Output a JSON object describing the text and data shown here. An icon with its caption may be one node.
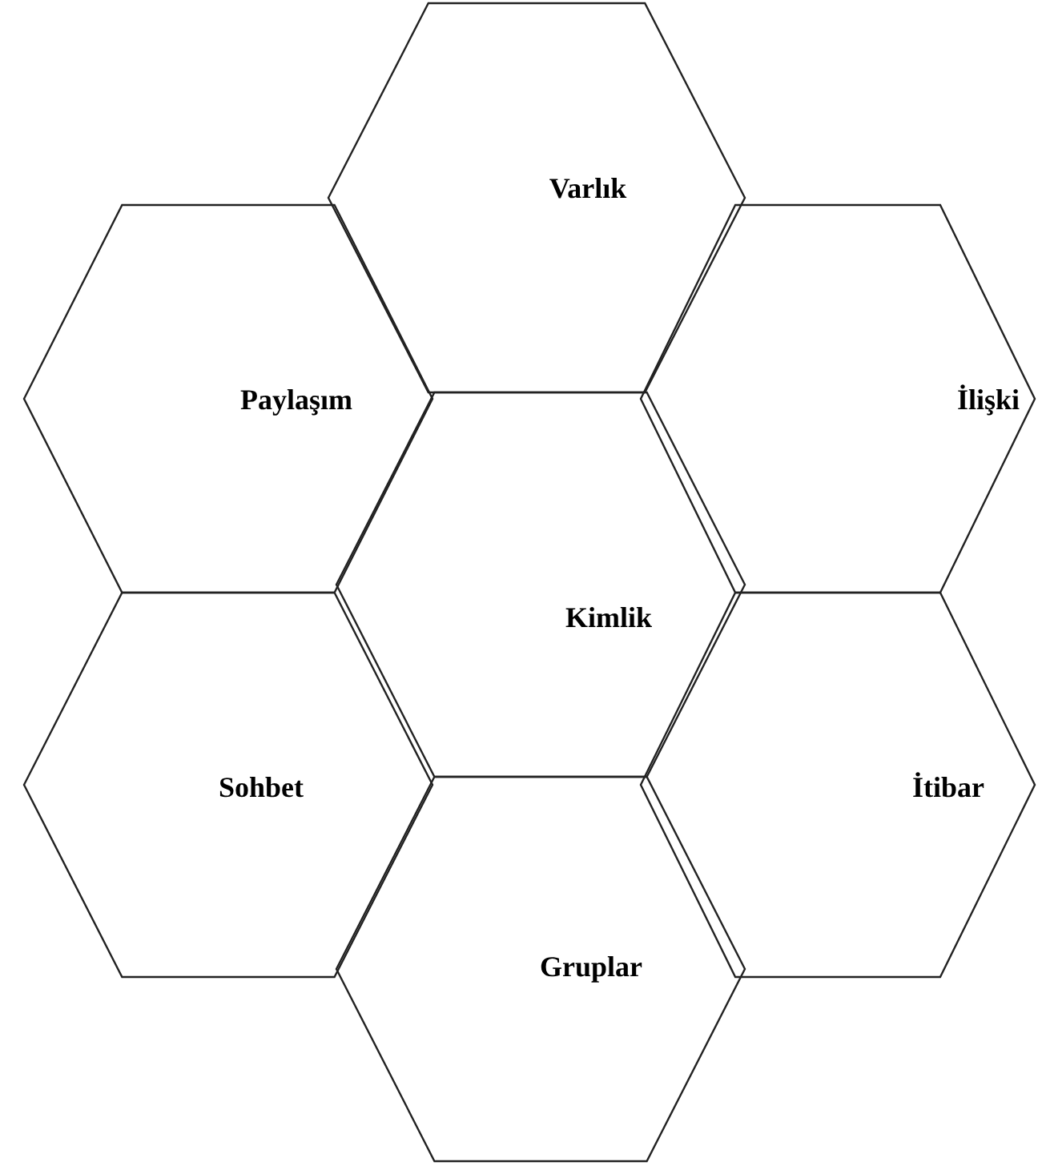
{
  "diagram": {
    "nodes": [
      {
        "text": [
          "Varlık"
        ]
      },
      {
        "text": [
          "Paylaşım"
        ]
      },
      {
        "text": [
          "İlişki"
        ]
      },
      {
        "text": [
          "Kimlik"
        ]
      },
      {
        "text": [
          "Sohbet"
        ]
      },
      {
        "text": [
          "İtibar"
        ]
      },
      {
        "text": [
          "Gruplar"
        ]
      }
    ]
  }
}
